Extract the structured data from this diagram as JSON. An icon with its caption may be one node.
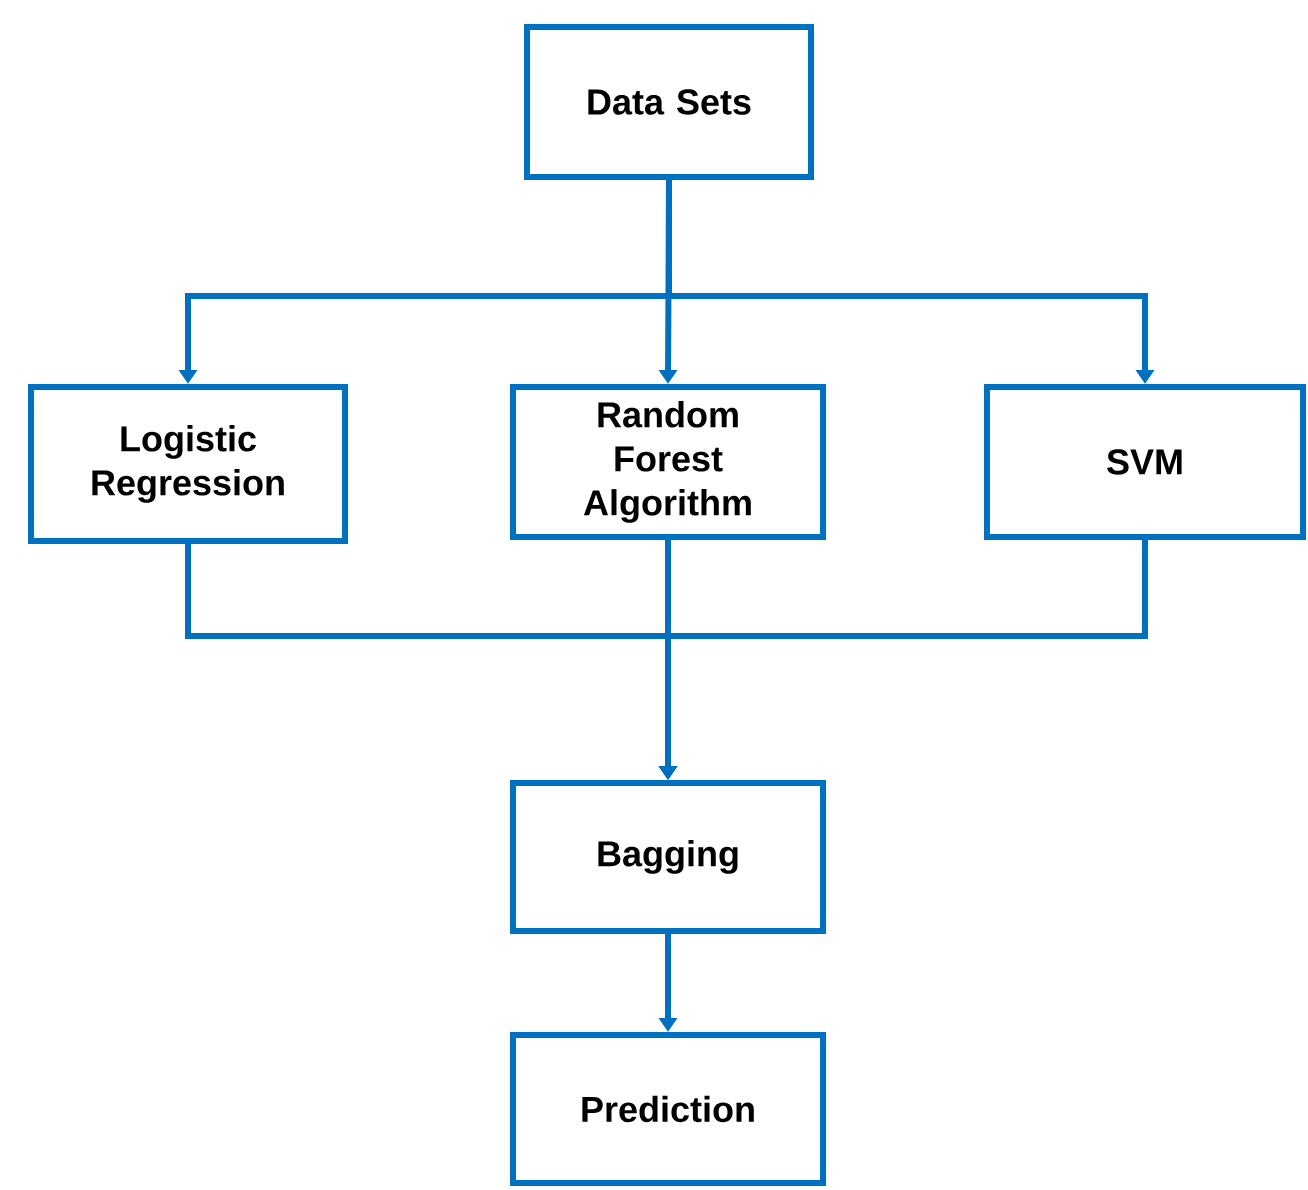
{
  "diagram": {
    "nodes": [
      {
        "text": [
          "Data Sets"
        ]
      },
      {
        "text": [
          "Logistic Regression"
        ]
      },
      {
        "text": [
          "Random Forest Algorithm"
        ]
      },
      {
        "text": [
          "SVM"
        ]
      },
      {
        "text": [
          "Bagging"
        ]
      },
      {
        "text": [
          "Prediction"
        ]
      }
    ],
    "edges": [
      {
        "from": 0,
        "to": 1,
        "arrow": "to"
      },
      {
        "from": 0,
        "to": 2,
        "arrow": "to"
      },
      {
        "from": 0,
        "to": 3,
        "arrow": "to"
      },
      {
        "from": 1,
        "to": 4,
        "arrow": "to"
      },
      {
        "from": 2,
        "to": 4,
        "arrow": "to"
      },
      {
        "from": 3,
        "to": 4,
        "arrow": "to"
      },
      {
        "from": 4,
        "to": 5,
        "arrow": "to"
      }
    ]
  }
}
